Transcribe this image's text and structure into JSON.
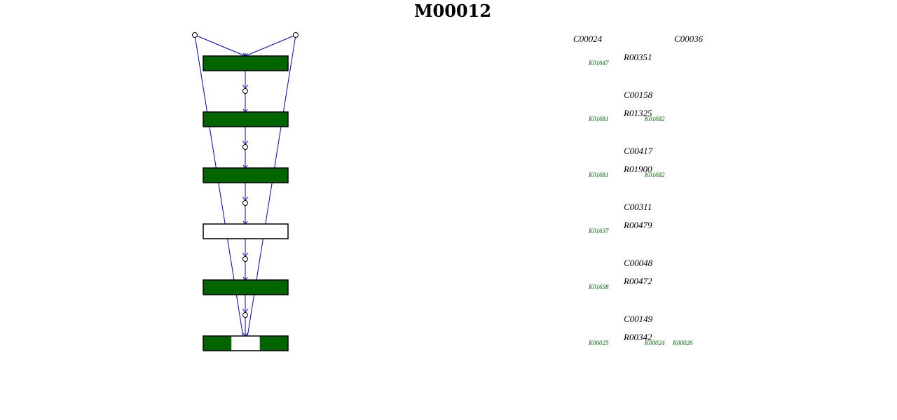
{
  "title": "M00012",
  "colors": {
    "filled": "#006400",
    "empty": "#ffffff",
    "outline": "#000000",
    "edge": "#0000cc",
    "ko_text": "#006400"
  },
  "start_compounds": [
    "C00024",
    "C00036"
  ],
  "steps": [
    {
      "reaction": "R00351",
      "kos": [
        {
          "id": "K01647",
          "filled": true
        }
      ],
      "product": "C00158"
    },
    {
      "reaction": "R01325",
      "kos": [
        {
          "id": "K01681",
          "filled": true
        },
        {
          "id": "K01682",
          "filled": true
        }
      ],
      "product": "C00417"
    },
    {
      "reaction": "R01900",
      "kos": [
        {
          "id": "K01681",
          "filled": true
        },
        {
          "id": "K01682",
          "filled": true
        }
      ],
      "product": "C00311"
    },
    {
      "reaction": "R00479",
      "kos": [
        {
          "id": "K01637",
          "filled": false
        }
      ],
      "product": "C00048"
    },
    {
      "reaction": "R00472",
      "kos": [
        {
          "id": "K01638",
          "filled": true
        }
      ],
      "product": "C00149"
    },
    {
      "reaction": "R00342",
      "kos": [
        {
          "id": "K00025",
          "filled": true
        },
        {
          "id": "K00024",
          "filled": false
        },
        {
          "id": "K00026",
          "filled": true
        }
      ],
      "product": null
    }
  ]
}
